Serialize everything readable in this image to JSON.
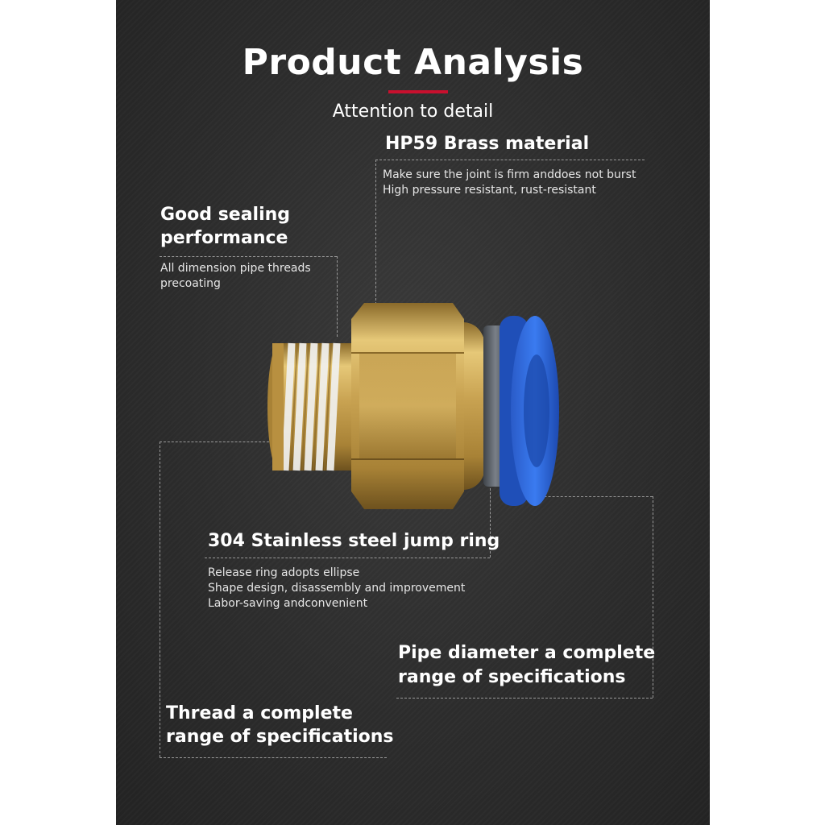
{
  "header": {
    "title": "Product Analysis",
    "subtitle": "Attention to detail",
    "accent_color": "#c8102e"
  },
  "callouts": {
    "brass": {
      "heading": "HP59 Brass material",
      "lines": [
        "Make sure the joint is firm anddoes not burst",
        "High pressure resistant, rust-resistant"
      ]
    },
    "sealing": {
      "heading_lines": [
        "Good sealing",
        "performance"
      ],
      "lines": [
        "All dimension pipe threads",
        "precoating"
      ]
    },
    "jump_ring": {
      "heading": "304 Stainless steel jump ring",
      "lines": [
        "Release ring adopts ellipse",
        "Shape design, disassembly and improvement",
        "Labor-saving andconvenient"
      ]
    },
    "pipe": {
      "heading_lines": [
        "Pipe diameter a complete",
        "range of specifications"
      ]
    },
    "thread": {
      "heading_lines": [
        "Thread a complete",
        "range of specifications"
      ]
    }
  },
  "colors": {
    "background": "#2c2c2c",
    "brass": "#c9a352",
    "release_ring": "#1f5fd6",
    "collar": "#5a5f66",
    "text": "#ffffff"
  }
}
